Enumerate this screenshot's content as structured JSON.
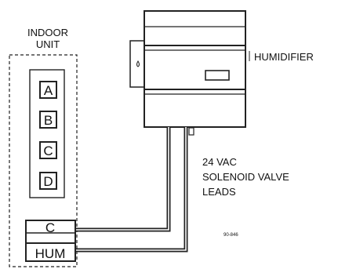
{
  "indoor_unit": {
    "title_line1": "INDOOR",
    "title_line2": "UNIT",
    "terminals": [
      "A",
      "B",
      "C",
      "D"
    ],
    "bottom_terminals": [
      "C",
      "HUM"
    ]
  },
  "humidifier": {
    "label": "HUMIDIFIER"
  },
  "leads": {
    "line1": "24 VAC",
    "line2": "SOLENOID VALVE",
    "line3": "LEADS"
  },
  "figure_code": "90-846"
}
